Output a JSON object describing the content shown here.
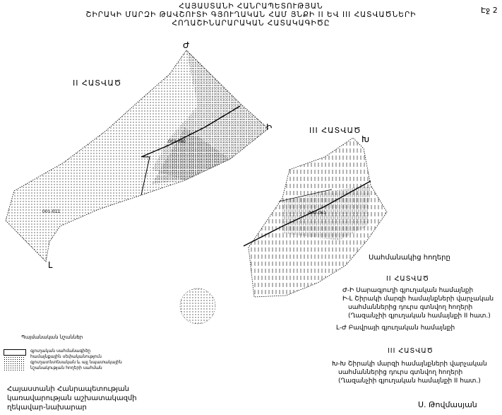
{
  "header": {
    "line1": "ՀԱՅԱՍՏԱՆԻ ՀԱՆՐԱՊԵՏՈՒԹՅԱՆ",
    "line2": "ՇԻՐԱԿԻ ՄԱՐԶԻ ԹԱՎՇՈՒՏԻ ԳՅՈՒՂԱԿԱՆ ՀԱՄ ՅՆՔԻ II ԵՎ III ՀԱՏՎԱԾՆԵՐԻ",
    "line3": "ՀՈՂԱՇԻՆԱՐԱՐԱԿԱՆ ՀԱՏԱԿԱԳԻԾԸ",
    "page_number": "Էջ 2"
  },
  "map": {
    "section_ii_label": "II ՀԱՏՎԱԾ",
    "section_iii_label": "III ՀԱՏՎԱԾ",
    "corner_d": "Ժ",
    "corner_i": "Ի",
    "corner_l": "Լ",
    "corner_kh": "Խ",
    "parcel_1": "002-040",
    "parcel_2": "001-011",
    "parcel_3": "002-061"
  },
  "adjacent": {
    "title": "Սահմանակից հողերը",
    "section_ii": "II ՀԱՏՎԱԾ",
    "ii_lines": [
      "Ժ-Ի Սարագյուղի գյուղական համայնքի",
      "Ի-Լ Շիրակի մարզի համայնքների վարչական",
      "սահմաններից դուրս գտնվող հողերի",
      "(Ղազանչիի գյուղական համայնքի II հատ.)",
      "Լ-Ժ Բավրայի գյուղական համայնքի"
    ],
    "section_iii": "III ՀԱՏՎԱԾ",
    "iii_lines": [
      "Խ-Խ Շիրակի մարզի համայնքների վարչական",
      "սահմաններից դուրս գտնվող հողերի",
      "(Ղազանչիի գյուղական համայնքի II հատ.)"
    ]
  },
  "legend": {
    "title": "Պայմանական նշաններ",
    "line1": "գյուղական սահմանագիծը",
    "line2": "համայնքային սեփականություն",
    "line3": "գյուղատնտեսական և այլ նպատակային",
    "line4": "նշանակության հողերի սահման"
  },
  "footer": {
    "line1": "Հայաստանի Հանրապետության",
    "line2": "կառավարության աշխատակազմի",
    "line3": "ղեկավար-նախարար",
    "signature": "Ս. Թովմասյան"
  }
}
